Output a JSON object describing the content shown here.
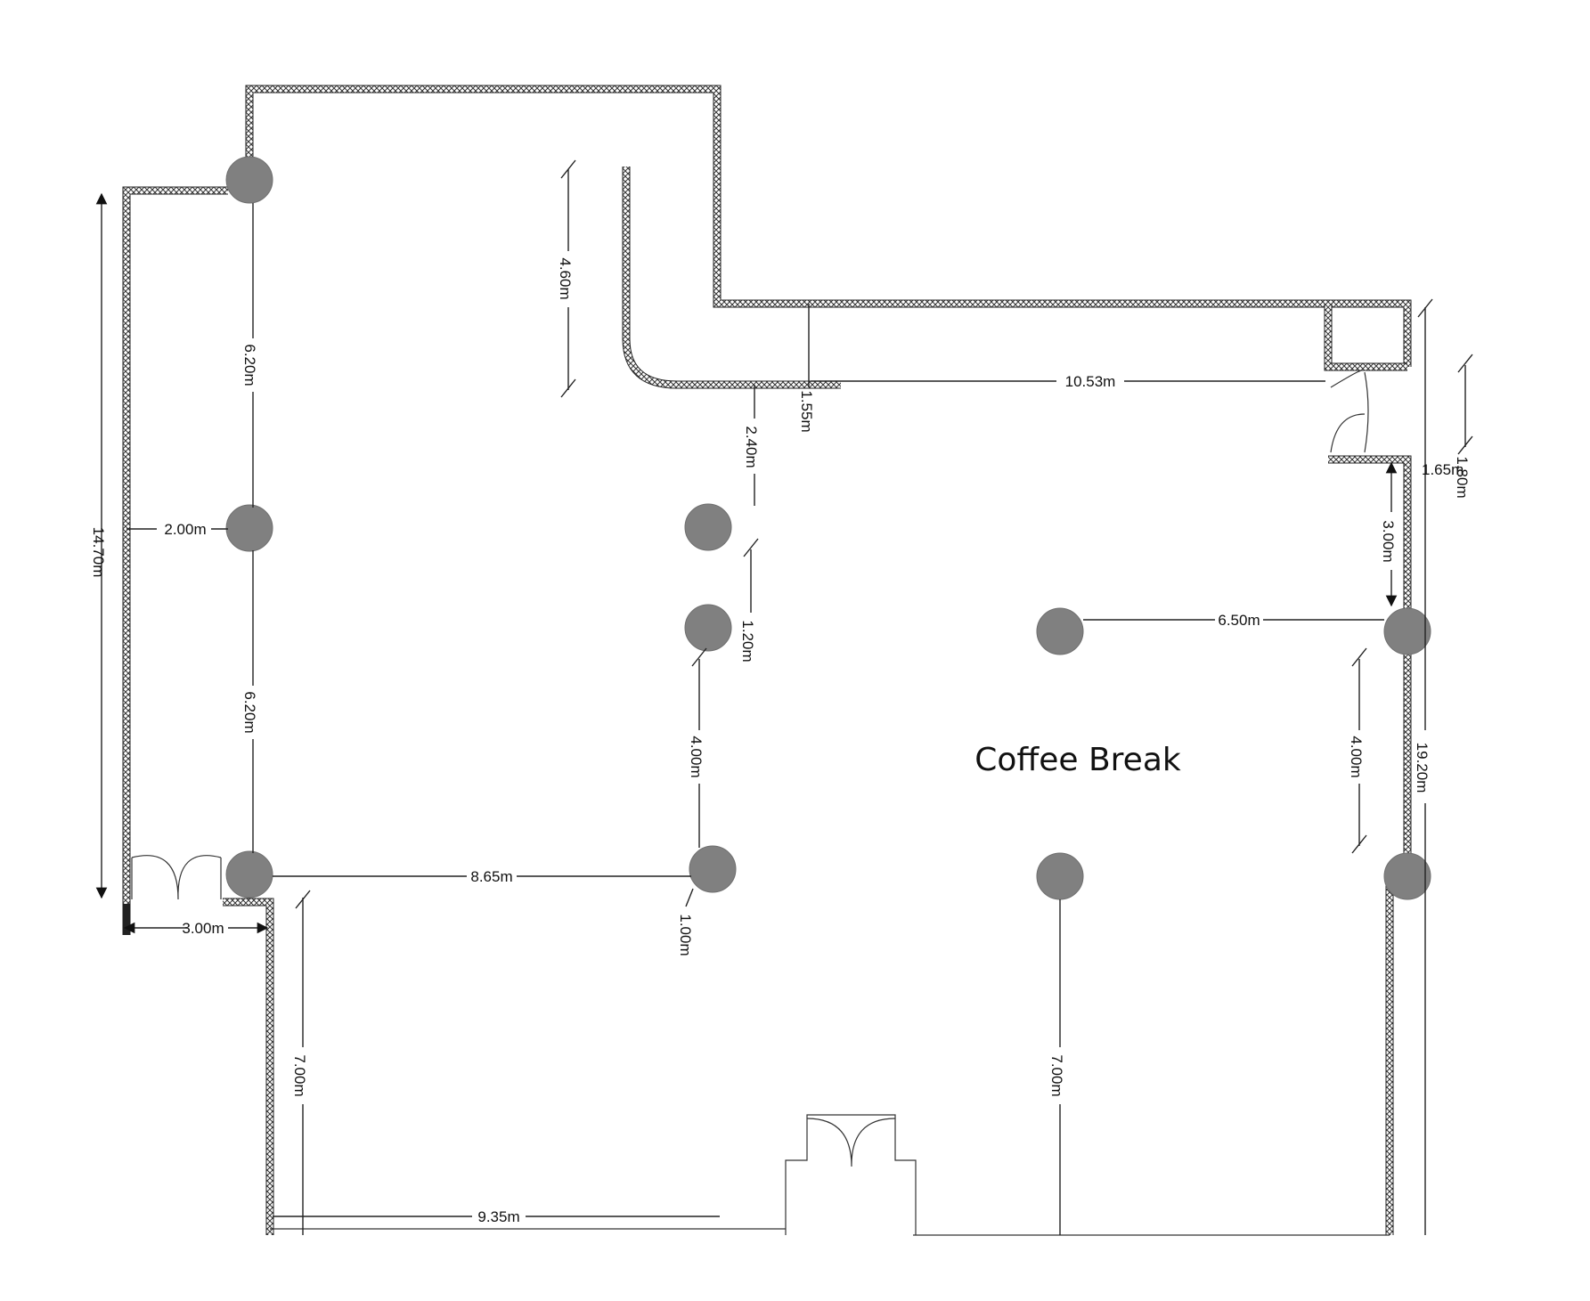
{
  "room_label": "Coffee Break",
  "dimensions": {
    "total_height_left": "14.70m",
    "upper_column_span": "6.20m",
    "lower_column_span": "6.20m",
    "wall_offset": "2.00m",
    "entrance_width": "3.00m",
    "partition_length": "4.60m",
    "corridor_depth": "1.55m",
    "upper_room_width": "10.53m",
    "partition_gap": "2.40m",
    "column_spacing_small": "1.20m",
    "column_spacing_mid": "4.00m",
    "column_offset": "1.00m",
    "span_between_columns": "8.65m",
    "lower_left_depth": "7.00m",
    "lower_right_depth": "7.00m",
    "bottom_width": "9.35m",
    "door_clearance": "1.65m",
    "right_offset_top": "1.80m",
    "right_door_to_column": "3.00m",
    "right_column_span": "6.50m",
    "right_column_spacing": "4.00m",
    "total_height_right": "19.20m"
  },
  "colors": {
    "column": "#808080",
    "wall": "#222222",
    "background": "#ffffff"
  }
}
